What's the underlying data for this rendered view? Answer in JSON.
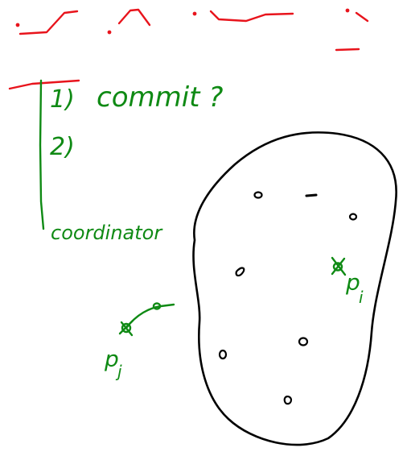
{
  "whiteboard": {
    "ink_colors": {
      "red": "#e8141c",
      "green": "#0f8a14",
      "black": "#000000"
    },
    "steps": [
      {
        "label": "1)",
        "text": "commit ?"
      },
      {
        "label": "2)",
        "text": ""
      }
    ],
    "coordinator_label": "coordinator",
    "process_inside_label": "p",
    "process_inside_subscript": "i",
    "process_outside_label": "p",
    "process_outside_subscript": "j"
  }
}
